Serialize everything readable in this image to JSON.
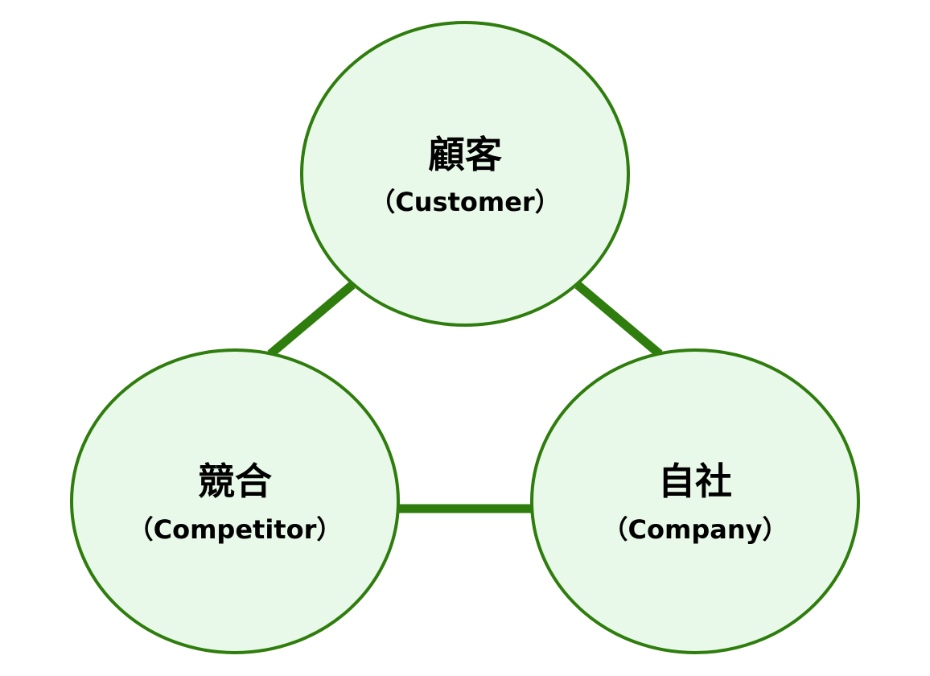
{
  "colors": {
    "circle_fill": "#e9f9e9",
    "circle_stroke": "#2e7d0d",
    "connector": "#2e7d0d",
    "text": "#000000"
  },
  "nodes": {
    "customer": {
      "title": "顧客",
      "subtitle": "（Customer）"
    },
    "competitor": {
      "title": "競合",
      "subtitle": "（Competitor）"
    },
    "company": {
      "title": "自社",
      "subtitle": "（Company）"
    }
  },
  "connections": [
    {
      "from": "customer",
      "to": "competitor"
    },
    {
      "from": "customer",
      "to": "company"
    },
    {
      "from": "competitor",
      "to": "company"
    }
  ]
}
